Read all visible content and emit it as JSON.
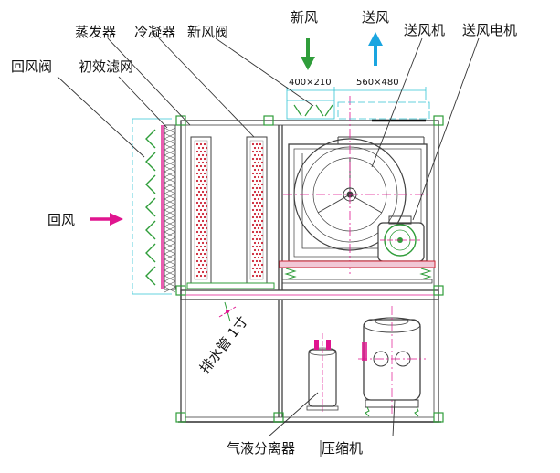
{
  "labels": {
    "return_damper": "回风阀",
    "primary_filter": "初效滤网",
    "evaporator": "蒸发器",
    "condenser": "冷凝器",
    "fresh_air_damper": "新风阀",
    "fresh_air": "新风",
    "supply_air": "送风",
    "supply_fan": "送风机",
    "supply_fan_motor": "送风电机",
    "return_air": "回风",
    "drain_pipe": "排水管 1寸",
    "gas_liquid_separator": "气液分离器",
    "compressor": "压缩机"
  },
  "dimensions": {
    "fresh_air_opening": "400×210",
    "supply_air_opening": "560×480"
  },
  "colors": {
    "frame": "#404040",
    "fin": "#cc2233",
    "accent_green": "#2f9d3a",
    "cyan_arrow": "#1aa5e0",
    "magenta": "#e0158f",
    "dim_line": "#33c4d4"
  }
}
